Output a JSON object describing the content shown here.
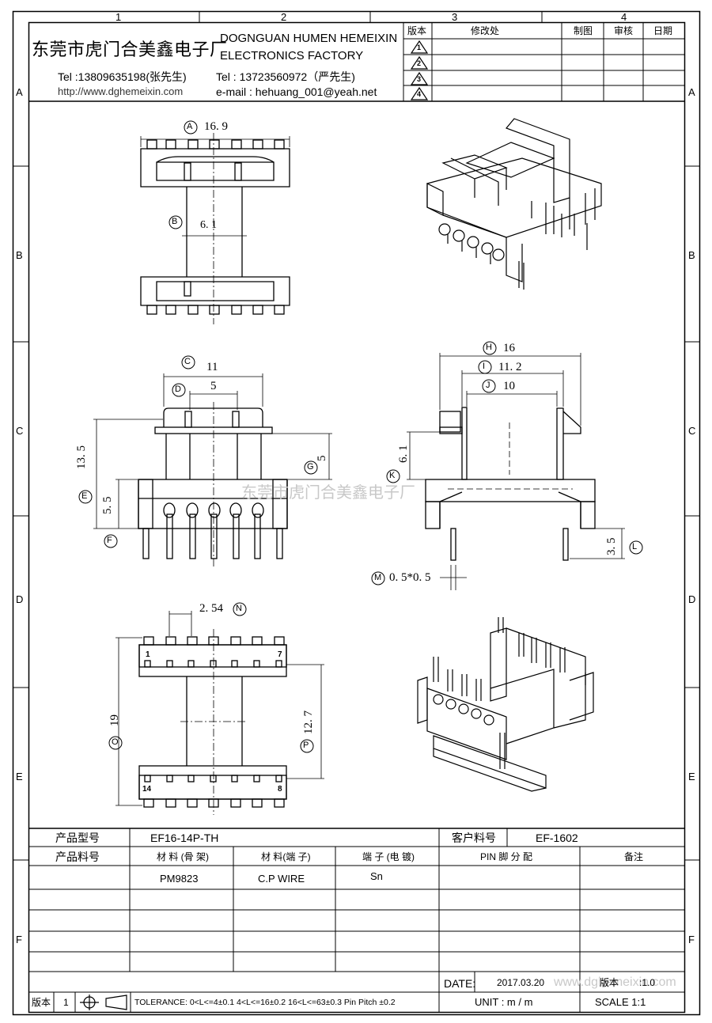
{
  "header": {
    "company_cn": "东莞市虎门合美鑫电子厂",
    "company_en_line1": "DOGNGUAN HUMEN HEMEIXIN",
    "company_en_line2": "ELECTRONICS FACTORY",
    "tel1": "Tel :13809635198(张先生)",
    "website": "http://www.dghemeixin.com",
    "tel2": "Tel : 13723560972（严先生)",
    "email": "e-mail : hehuang_001@yeah.net"
  },
  "revision_table": {
    "headers": [
      "版本",
      "修改处",
      "制图",
      "审核",
      "日期"
    ],
    "rows": [
      "1",
      "2",
      "3",
      "4"
    ]
  },
  "grid": {
    "columns": [
      "1",
      "2",
      "3",
      "4"
    ],
    "rows": [
      "A",
      "B",
      "C",
      "D",
      "E",
      "F"
    ]
  },
  "dimensions": {
    "A": {
      "tag": "A",
      "value": "16. 9"
    },
    "B": {
      "tag": "B",
      "value": "6. 1"
    },
    "C": {
      "tag": "C",
      "value": "11"
    },
    "D": {
      "tag": "D",
      "value": "5"
    },
    "E": {
      "tag": "E",
      "value": "13. 5"
    },
    "E2": {
      "value": "5. 5"
    },
    "F": {
      "tag": "F"
    },
    "G": {
      "tag": "G",
      "value": "5"
    },
    "H": {
      "tag": "H",
      "value": "16"
    },
    "I": {
      "tag": "I",
      "value": "11. 2"
    },
    "J": {
      "tag": "J",
      "value": "10"
    },
    "K": {
      "tag": "K",
      "value": "6. 1"
    },
    "L": {
      "tag": "L",
      "value": "3. 5"
    },
    "M": {
      "tag": "M",
      "value": "0. 5*0. 5"
    },
    "N": {
      "tag": "N",
      "value": "2. 54"
    },
    "O": {
      "tag": "O",
      "value": "19"
    },
    "P": {
      "tag": "P",
      "value": "12. 7"
    }
  },
  "pin_labels": {
    "p1": "1",
    "p7": "7",
    "p14": "14",
    "p8": "8"
  },
  "watermark": "东莞市虎门合美鑫电子厂",
  "bottom_table": {
    "model_label": "产品型号",
    "model_value": "EF16-14P-TH",
    "customer_label": "客户料号",
    "customer_value": "EF-1602",
    "part_label": "产品料号",
    "material_bobbin_label": "材 料 (骨 架)",
    "material_pin_label": "材 料(端 子)",
    "plating_label": "端 子 (电 镀)",
    "pin_assign_label": "PIN 脚 分 配",
    "remark_label": "备注",
    "material_bobbin": "PM9823",
    "material_pin": "C.P WIRE",
    "plating": "Sn",
    "date_label": "DATE:",
    "date_value": "2017.03.20",
    "version_label": "版本",
    "version_value": "1",
    "tolerance": "TOLERANCE:  0<L<=4±0.1  4<L<=16±0.2  16<L<=63±0.3  Pin Pitch  ±0.2",
    "unit": "UNIT :  m / m",
    "scale": "SCALE    1:1",
    "version_right": "版本",
    "version_right_value": ":1.0",
    "watermark_url": "www.dghemeixin.com"
  }
}
